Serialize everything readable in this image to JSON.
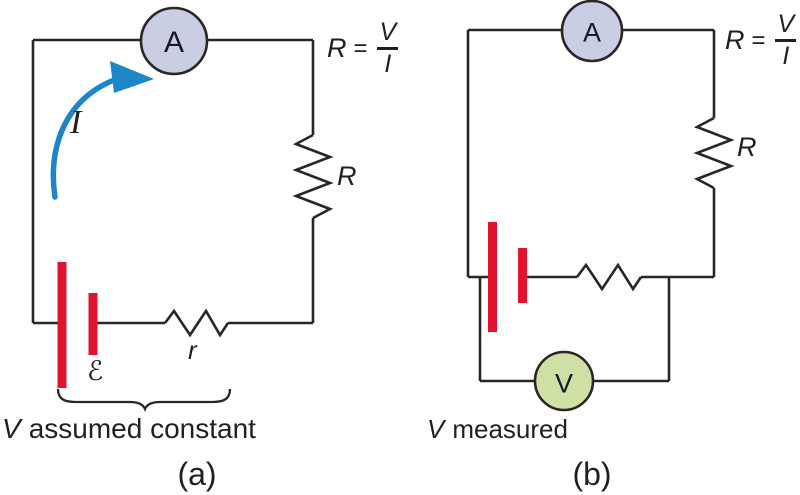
{
  "colors": {
    "wire": "#2a2627",
    "battery_red": "#e0142f",
    "ammeter_fill": "#c9cee2",
    "voltmeter_fill": "#cfe0a4",
    "arrow_blue": "#1d86c8"
  },
  "panel_a": {
    "ammeter": "A",
    "formula": {
      "lhs": "R",
      "eq": "=",
      "num": "V",
      "den": "I"
    },
    "current": "I",
    "load_resistor": "R",
    "internal_resistance": "r",
    "emf": "ℰ",
    "caption": {
      "var": "V",
      "rest": "assumed constant"
    },
    "label": "(a)"
  },
  "panel_b": {
    "ammeter": "A",
    "voltmeter": "V",
    "formula": {
      "lhs": "R",
      "eq": "=",
      "num": "V",
      "den": "I"
    },
    "load_resistor": "R",
    "caption": {
      "var": "V",
      "rest": "measured"
    },
    "label": "(b)"
  }
}
